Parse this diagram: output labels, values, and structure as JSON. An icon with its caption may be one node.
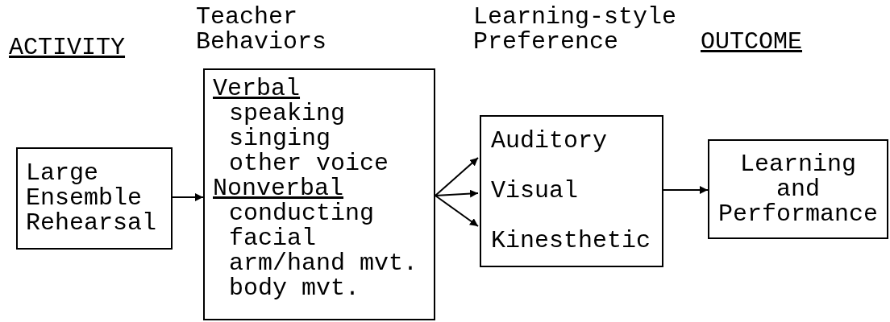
{
  "diagram": {
    "nodes": [
      {
        "text": [
          "Large Ensemble Rehearsal"
        ]
      },
      {
        "text": [
          "Verbal",
          "speaking",
          "singing",
          "other voice",
          "Nonverbal",
          "conducting",
          "facial",
          "arm/hand mvt.",
          "body mvt."
        ]
      },
      {
        "text": [
          "Auditory",
          "Visual",
          "Kinesthetic"
        ]
      },
      {
        "text": [
          "Learning and Performance"
        ]
      }
    ],
    "edges": [
      {
        "from": 0,
        "to": 1,
        "arrow": "to"
      },
      {
        "from": 1,
        "to": 2,
        "arrow": "to"
      },
      {
        "from": 1,
        "to": 2,
        "arrow": "to"
      },
      {
        "from": 1,
        "to": 2,
        "arrow": "to"
      },
      {
        "from": 2,
        "to": 3,
        "arrow": "to"
      }
    ],
    "labels": [
      "ACTIVITY",
      "Teacher Behaviors",
      "Learning-style Preference",
      "OUTCOME"
    ]
  }
}
